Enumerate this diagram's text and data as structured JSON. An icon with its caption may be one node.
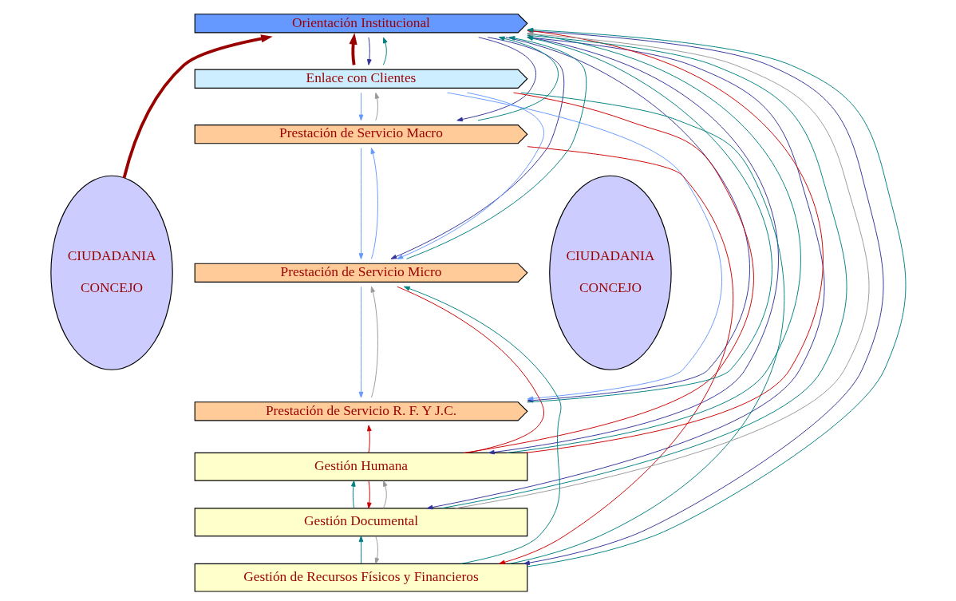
{
  "diagram": {
    "nodes": [
      {
        "text": [
          "CIUDADANIA",
          "CONCEJO"
        ]
      },
      {
        "text": [
          "Orientación Institucional"
        ]
      },
      {
        "text": [
          "Enlace con Clientes"
        ]
      },
      {
        "text": [
          "Prestación de Servicio Macro"
        ]
      },
      {
        "text": [
          "Prestación de Servicio Micro"
        ]
      },
      {
        "text": [
          "Prestación de Servicio R. F. Y J.C."
        ]
      },
      {
        "text": [
          "Gestión Humana"
        ]
      },
      {
        "text": [
          "Gestión Documental"
        ]
      },
      {
        "text": [
          "Gestión de Recursos Físicos y Financieros"
        ]
      },
      {
        "text": [
          "CIUDADANIA",
          "CONCEJO"
        ]
      }
    ],
    "edges": [
      {
        "from": 0,
        "to": 1,
        "arrow": "to",
        "style": "thick",
        "color": "#990000"
      },
      {
        "from": 2,
        "to": 1,
        "arrow": "to",
        "style": "thick",
        "color": "#990000"
      },
      {
        "from": 1,
        "to": 2,
        "arrow": "to"
      },
      {
        "from": 1,
        "to": 3,
        "arrow": "to"
      },
      {
        "from": 1,
        "to": 4,
        "arrow": "to"
      },
      {
        "from": 1,
        "to": 5,
        "arrow": "to"
      },
      {
        "from": 1,
        "to": 6,
        "arrow": "to"
      },
      {
        "from": 1,
        "to": 7,
        "arrow": "to"
      },
      {
        "from": 1,
        "to": 8,
        "arrow": "to"
      },
      {
        "from": 8,
        "to": 1,
        "arrow": "to",
        "color": "#008080"
      },
      {
        "from": 2,
        "to": 8,
        "arrow": "none",
        "color": "#008080"
      },
      {
        "from": 8,
        "to": 4,
        "arrow": "to",
        "color": "#008080"
      },
      {
        "from": 7,
        "to": 6,
        "arrow": "to",
        "color": "#008080"
      },
      {
        "from": 8,
        "to": 7,
        "arrow": "to",
        "color": "#008080"
      },
      {
        "from": 7,
        "to": 1,
        "arrow": "to",
        "color": "#008080"
      },
      {
        "from": 6,
        "to": 1,
        "arrow": "to",
        "color": "#008080"
      },
      {
        "from": 5,
        "to": 1,
        "arrow": "to",
        "color": "#008080"
      },
      {
        "from": 4,
        "to": 1,
        "arrow": "to",
        "color": "#008080"
      },
      {
        "from": 3,
        "to": 1,
        "arrow": "to",
        "color": "#008080"
      },
      {
        "from": 2,
        "to": 1,
        "arrow": "to",
        "color": "#008080"
      },
      {
        "from": 2,
        "to": 3,
        "arrow": "to",
        "color": "#6699ff"
      },
      {
        "from": 2,
        "to": 4,
        "arrow": "to",
        "color": "#6699ff"
      },
      {
        "from": 2,
        "to": 5,
        "arrow": "to",
        "color": "#6699ff"
      },
      {
        "from": 3,
        "to": 4,
        "arrow": "to",
        "color": "#6699ff"
      },
      {
        "from": 4,
        "to": 5,
        "arrow": "to",
        "color": "#6699ff"
      },
      {
        "from": 4,
        "to": 3,
        "arrow": "to",
        "color": "#6699ff"
      },
      {
        "from": 6,
        "to": 1,
        "arrow": "to",
        "color": "#cc0000"
      },
      {
        "from": 2,
        "to": 6,
        "arrow": "none",
        "color": "#cc0000"
      },
      {
        "from": 6,
        "to": 7,
        "arrow": "to",
        "color": "#cc0000"
      },
      {
        "from": 3,
        "to": 8,
        "arrow": "to",
        "color": "#cc0000"
      },
      {
        "from": 4,
        "to": 6,
        "arrow": "none",
        "color": "#cc0000"
      },
      {
        "from": 6,
        "to": 5,
        "arrow": "to",
        "color": "#cc0000"
      },
      {
        "from": 7,
        "to": 1,
        "arrow": "to",
        "color": "#999999"
      },
      {
        "from": 3,
        "to": 2,
        "arrow": "to",
        "color": "#999999"
      },
      {
        "from": 5,
        "to": 4,
        "arrow": "to",
        "color": "#999999"
      },
      {
        "from": 7,
        "to": 6,
        "arrow": "to",
        "color": "#999999"
      },
      {
        "from": 7,
        "to": 8,
        "arrow": "to",
        "color": "#999999"
      }
    ]
  }
}
